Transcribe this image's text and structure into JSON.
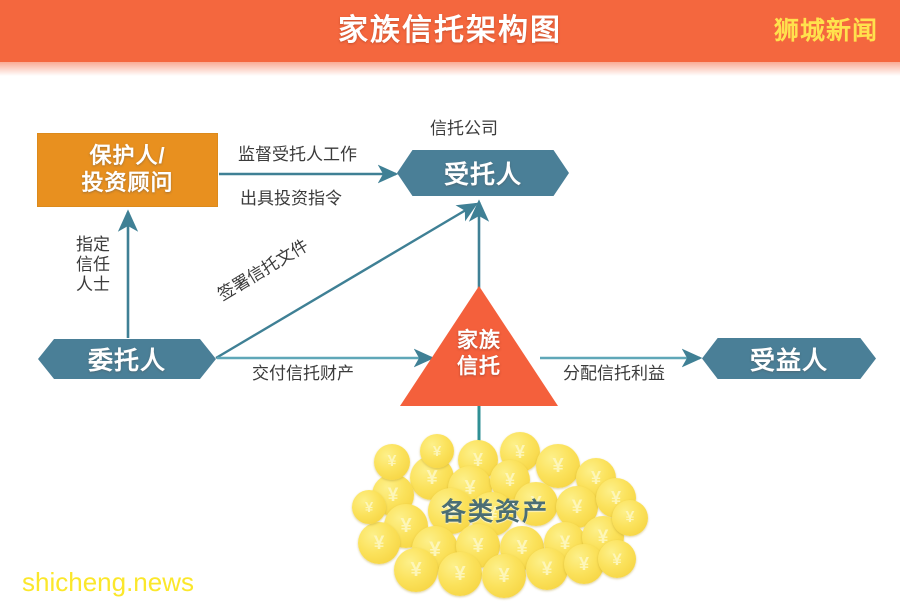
{
  "header": {
    "title": "家族信托架构图",
    "brand": "狮城新闻",
    "bar_color": "#f4673e",
    "title_color": "#ffffff",
    "brand_color": "#ffe14d"
  },
  "diagram": {
    "nodes": {
      "protector": {
        "label_line1": "保护人/",
        "label_line2": "投资顾问",
        "color": "#e8901f",
        "shape": "rectangle"
      },
      "trustee": {
        "label": "受托人",
        "color": "#4a7f97",
        "shape": "hexagon"
      },
      "settlor": {
        "label": "委托人",
        "color": "#4a7f97",
        "shape": "hexagon"
      },
      "beneficiary": {
        "label": "受益人",
        "color": "#4a7f97",
        "shape": "hexagon"
      },
      "family_trust": {
        "label_line1": "家族",
        "label_line2": "信托",
        "color": "#f4603c",
        "shape": "triangle"
      },
      "assets": {
        "label": "各类资产",
        "color": "#f4cf38",
        "shape": "coin-pile",
        "coin_symbol": "¥"
      }
    },
    "captions": {
      "trust_company": "信托公司",
      "appoint": "指定信任人士"
    },
    "edges": [
      {
        "id": "protector-to-trustee",
        "label_above": "监督受托人工作",
        "label_below": "出具投资指令",
        "from": "protector",
        "to": "trustee"
      },
      {
        "id": "settlor-to-protector",
        "label": "指定信任人士",
        "from": "settlor",
        "to": "protector"
      },
      {
        "id": "settlor-to-trustee",
        "label": "签署信托文件",
        "from": "settlor",
        "to": "trustee"
      },
      {
        "id": "settlor-to-family-trust",
        "label": "交付信托财产",
        "from": "settlor",
        "to": "family_trust"
      },
      {
        "id": "family-trust-to-beneficiary",
        "label": "分配信托利益",
        "from": "family_trust",
        "to": "beneficiary"
      },
      {
        "id": "family-trust-to-trustee",
        "label": "",
        "from": "family_trust",
        "to": "trustee"
      },
      {
        "id": "family-trust-to-assets",
        "label": "",
        "from": "family_trust",
        "to": "assets"
      }
    ],
    "edge_color": "#3f8095"
  },
  "watermark": {
    "text": "shicheng.news",
    "color": "#fbe72b"
  }
}
